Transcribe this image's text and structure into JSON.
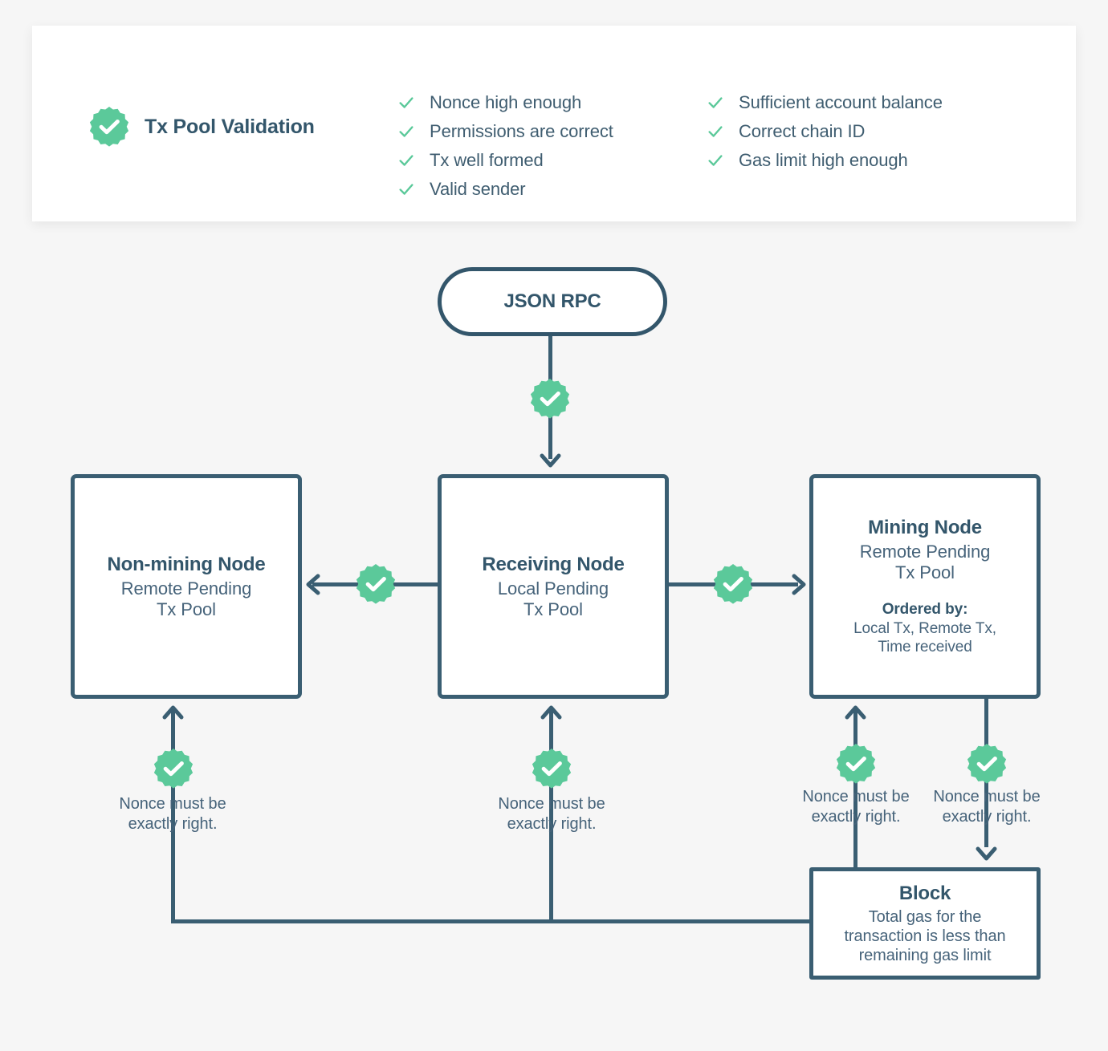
{
  "colors": {
    "page_background": "#f6f6f6",
    "card_background": "#ffffff",
    "ink": "#33566b",
    "ink_soft": "#46637a",
    "stroke": "#3a5e72",
    "accent_green": "#5bc99a"
  },
  "validation_card": {
    "icon": "check-badge-icon",
    "title": "Tx Pool Validation",
    "columns": [
      {
        "items": [
          "Nonce high enough",
          "Permissions are correct",
          "Tx well formed",
          "Valid sender"
        ]
      },
      {
        "items": [
          "Sufficient account balance",
          "Correct chain ID",
          "Gas limit high enough"
        ]
      }
    ]
  },
  "flow": {
    "entry": {
      "label": "JSON RPC"
    },
    "nodes": {
      "non_mining": {
        "title": "Non-mining Node",
        "subtitle_line1": "Remote Pending",
        "subtitle_line2": "Tx Pool"
      },
      "receiving": {
        "title": "Receiving Node",
        "subtitle_line1": "Local Pending",
        "subtitle_line2": "Tx Pool"
      },
      "mining": {
        "title": "Mining Node",
        "subtitle_line1": "Remote Pending",
        "subtitle_line2": "Tx Pool",
        "ordered_by_label": "Ordered by:",
        "ordered_by_line1": "Local Tx, Remote Tx,",
        "ordered_by_line2": "Time received"
      },
      "block": {
        "title": "Block",
        "subtitle_line1": "Total gas for the",
        "subtitle_line2": "transaction is less than",
        "subtitle_line3": "remaining gas limit"
      }
    },
    "captions": {
      "nonce_non_mining": "Nonce must be\nexactly right.",
      "nonce_receiving": "Nonce must be\nexactly right.",
      "nonce_mining": "Nonce must be\nexactly right.",
      "nonce_block": "Nonce must be\nexactly right."
    },
    "badges": {
      "entry_to_receiving": "check-badge-icon",
      "receiving_to_non_mining": "check-badge-icon",
      "receiving_to_mining": "check-badge-icon",
      "block_to_non_mining": "check-badge-icon",
      "block_to_receiving": "check-badge-icon",
      "block_to_mining": "check-badge-icon",
      "mining_to_block": "check-badge-icon"
    }
  }
}
